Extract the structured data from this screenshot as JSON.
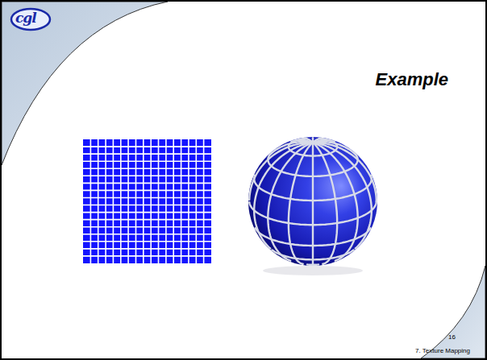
{
  "diagram": {
    "title": "Example",
    "labels": [
      "cgl",
      "16",
      "7. Texture Mapping"
    ]
  }
}
